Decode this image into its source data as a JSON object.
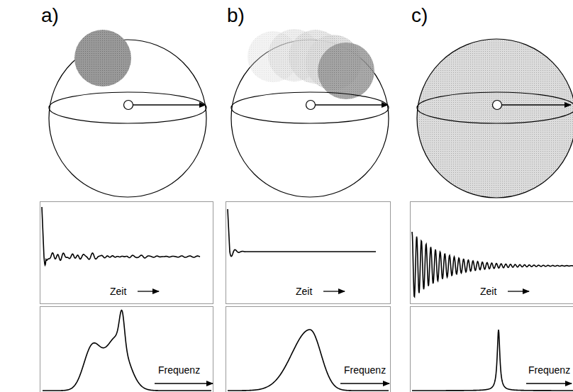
{
  "diagram": {
    "labels": [
      "a)",
      "b)",
      "c)",
      "Zeit",
      "Zeit",
      "Zeit",
      "Frequenz",
      "Frequenz",
      "Frequenz"
    ]
  }
}
